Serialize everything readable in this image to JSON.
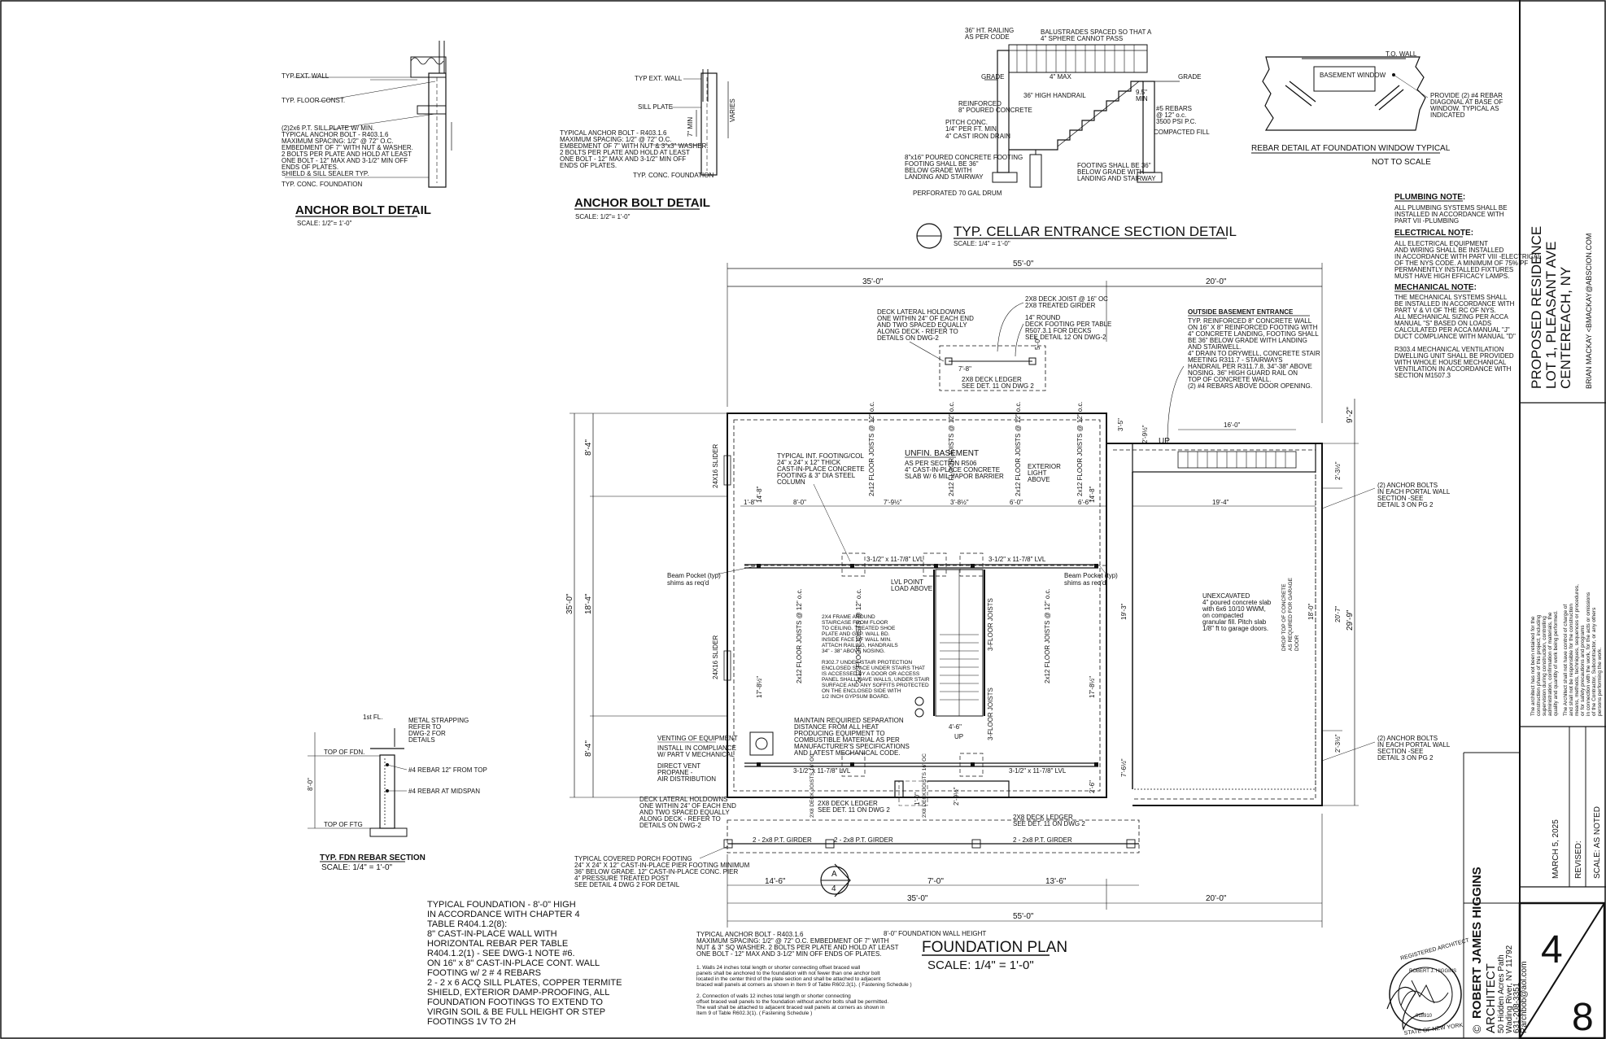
{
  "sheet": {
    "number_top": "4",
    "number_bottom": "8",
    "date": "MARCH 5, 2025",
    "revised": "REVISED:",
    "scale": "SCALE:  AS NOTED"
  },
  "title_block": {
    "project_line1": "PROPOSED RESIDENCE",
    "project_line2": "LOT 1,    PLEASANT AVE",
    "project_line3": "CENTEREACH, NY",
    "owner": "BRIAN MACKAY <BMACKAY@ABSCION.COM",
    "architect_name": "ROBERT JAMES HIGGINS",
    "architect_title": "ARCHITECT",
    "address1": "50  Hidden  Acres  Path",
    "address2": "Wading River, NY  11792",
    "phone": "631-208-3351",
    "email": "Rarchbob@aol.com",
    "copyright": "©",
    "disclaimer": [
      "The architect has not been retained for the",
      "construction phase of this project, including",
      "supervision during construction, controlling",
      "administration, confirmation of materials, the",
      "quality and quantity of work being performed.",
      "The Architect shall not have control of charge of",
      "and shall not be responsible for the construction",
      "means, methods, techniques, sequences or procedures,",
      "or for safety precautions and programs",
      "in connection with the work, for the acts or omissions",
      "of the Contractor, Subcontractor, or any others",
      "persons performing the work."
    ]
  },
  "seal": {
    "text_top": "REGISTERED ARCHITECT",
    "text_mid": "ROBERT J. HIGGINS",
    "text_bottom": "STATE OF NEW YORK",
    "number": "018910"
  },
  "anchor_detail_1": {
    "title": "ANCHOR BOLT DETAIL",
    "scale": "SCALE: 1/2\"= 1'-0\"",
    "notes": [
      "TYP EXT. WALL",
      "TYP. FLOOR CONST.",
      "(2)2x6 P.T. SILL PLATE  W/ MIN.",
      "TYPICAL ANCHOR BOLT - R403.1.6",
      "MAXIMUM SPACING: 1/2\" @ 72\" O.C.",
      "EMBEDMENT OF 7\" WITH NUT & WASHER.",
      "2 BOLTS PER PLATE AND HOLD AT LEAST",
      "ONE BOLT - 12\" MAX AND 3-1/2\" MIN OFF",
      "ENDS OF PLATES.",
      "SHIELD & SILL  SEALER TYP.",
      "TYP. CONC. FOUNDATION"
    ]
  },
  "anchor_detail_2": {
    "title": "ANCHOR BOLT DETAIL",
    "scale": "SCALE: 1/2\"= 1'-0\"",
    "notes": [
      "TYP EXT. WALL",
      "SILL PLATE",
      "TYPICAL ANCHOR BOLT - R403.1.6",
      "MAXIMUM SPACING: 1/2\" @ 72\" O.C.",
      "EMBEDMENT OF 7\" WITH NUT & 3\"x3\" WASHER.",
      "2 BOLTS PER PLATE AND HOLD AT LEAST",
      "ONE BOLT - 12\" MAX AND 3-1/2\" MIN OFF",
      "ENDS OF PLATES.",
      "TYP. CONC. FOUNDATION"
    ],
    "min": "7\" MIN",
    "varies": "VARIES"
  },
  "cellar_detail": {
    "title": "TYP. CELLAR ENTRANCE SECTION DETAIL",
    "scale": "SCALE:  1/4\" = 1'-0\"",
    "notes": [
      "36\" HT. RAILING",
      "AS PER CODE",
      "BALUSTRADES SPACED SO THAT A",
      "4\" SPHERE CANNOT PASS",
      "GRADE",
      "4\" MAX",
      "36\" HIGH HANDRAIL",
      "REINFORCED",
      "8\" POURED CONCRETE",
      "PITCH CONC.",
      "1/4\" PER FT. MIN",
      "4\" CAST IRON DRAIN",
      "GRADE",
      "9.5\"",
      "MIN",
      "#5 REBARS",
      "@ 12\" o.c.",
      "3500 PSI P.C.",
      "COMPACTED FILL",
      "8\"x16\" POURED CONCRETE FOOTING",
      "FOOTING SHALL BE 36\"",
      "BELOW GRADE WITH",
      "LANDING AND STAIRWAY",
      "FOOTING SHALL BE 36\"",
      "BELOW GRADE WITH",
      "LANDING AND STAIRWAY",
      "PERFORATED 70 GAL DRUM"
    ]
  },
  "rebar_window": {
    "title": "REBAR DETAIL AT FOUNDATION WINDOW TYPICAL",
    "scale": "NOT TO SCALE",
    "label_wall": "T.O. WALL",
    "label_window": "BASEMENT WINDOW",
    "note": [
      "PROVIDE (2) #4 REBAR",
      "DIAGONAL AT BASE OF",
      "WINDOW. TYPICAL AS",
      "INDICATED"
    ]
  },
  "notes_right": {
    "plumbing_title": "PLUMBING NOTE:",
    "plumbing": [
      "ALL PLUMBING SYSTEMS SHALL BE",
      "INSTALLED IN ACCORDANCE WITH",
      "PART VII -PLUMBING"
    ],
    "electrical_title": "ELECTRICAL NOTE:",
    "electrical": [
      "ALL ELECTRICAL EQUIPMENT",
      "AND WIRING SHALL BE INSTALLED",
      "IN ACCORDANCE WITH PART VIII -ELECTRICAL",
      "OF THE NYS CODE. A MINIMUM OF 75% PF",
      "PERMANENTLY INSTALLED FIXTURES",
      "MUST HAVE HIGH EFFICACY LAMPS."
    ],
    "mechanical_title": "MECHANICAL NOTE:",
    "mechanical": [
      "THE MECHANICAL SYSTEMS SHALL",
      "BE INSTALLED IN ACCORDANCE WITH",
      "PART V & VI OF THE RC OF NYS.",
      "ALL MECHANICAL SIZING PER ACCA",
      "MANUAL \"S\" BASED ON LOADS",
      "CALCULATED PER ACCA MANUAL \"J\"",
      "DUCT COMPLIANCE WITH MANUAL \"D\"",
      "",
      "R303.4 MECHANICAL VENTILATION",
      "DWELLING UNIT SHALL BE PROVIDED",
      "WITH WHOLE HOUSE MECHANICAL",
      "VENTILATION IN ACCORDANCE WITH",
      "SECTION M1507.3"
    ]
  },
  "fdn_rebar": {
    "title": "TYP. FDN REBAR SECTION",
    "scale": "SCALE:  1/4\" = 1'-0\"",
    "notes": [
      "1st FL.",
      "METAL STRAPPING",
      "REFER TO",
      "DWG-2 FOR",
      "DETAILS",
      "TOP OF FDN.",
      "#4 REBAR 12\" FROM TOP",
      "#4 REBAR AT MIDSPAN",
      "TOP OF FTG"
    ],
    "height": "8'-0\""
  },
  "plan": {
    "title": "FOUNDATION PLAN",
    "scale": "SCALE: 1/4\" = 1'-0\"",
    "wall_height": "8'-0\" FOUNDATION WALL HEIGHT",
    "dims_top": [
      "55'-0\"",
      "35'-0\"",
      "20'-0\""
    ],
    "dims_bottom": [
      "14'-6\"",
      "7'-0\"",
      "13'-6\"",
      "35'-0\"",
      "20'-0\"",
      "55'-0\""
    ],
    "dims_left": [
      "8'-4\"",
      "18'-4\"",
      "8'-4\"",
      "35'-0\"",
      "14'-8\"",
      "17'-8½\""
    ],
    "dims_right": [
      "9'-2\"",
      "29'-9\"",
      "2'-3½\"",
      "18'-0\"",
      "20'-7\"",
      "2'-3½\"",
      "19'-3\"",
      "7'-6½\""
    ],
    "dims_interior": [
      "1'-8\"",
      "8'-0\"",
      "7'-9½\"",
      "3'-8½\"",
      "6'-0\"",
      "6'-6\"",
      "19'-4\"",
      "16'-0\"",
      "7'-8\"",
      "5'-0\"",
      "3'-5\"",
      "4'-6\"",
      "2'-9½\"",
      "1'-0\"",
      "2'-6\""
    ],
    "basement": [
      "UNFIN. BASEMENT",
      "AS PER SECTION R506",
      "4\" CAST-IN-PLACE CONCRETE",
      "SLAB W/ 6 MIL VAPOR BARRIER"
    ],
    "footing_col": [
      "TYPICAL INT. FOOTING/COL",
      "24\" x 24\" x 12\" THICK",
      "CAST-IN-PLACE CONCRETE",
      "FOOTING & 3\" DIA STEEL",
      "COLUMN"
    ],
    "deck_holdown": [
      "DECK LATERAL HOLDOWNS",
      "ONE WITHIN 24\" OF EACH END",
      "AND TWO SPACED EQUALLY",
      "ALONG DECK - REFER TO",
      "DETAILS ON DWG-2"
    ],
    "deck_joist": [
      "2X8 DECK JOIST @ 16\" OC",
      "2X8 TREATED GIRDER"
    ],
    "deck_footing": [
      "14\" ROUND",
      "DECK FOOTING PER TABLE",
      "R507.3.1 FOR DECKS",
      "SEE DETAIL 12  ON DWG-2"
    ],
    "deck_ledger_top": [
      "2X8 DECK LEDGER",
      "SEE DET. 11 ON DWG 2"
    ],
    "outside_entrance_title": "OUTSIDE BASEMENT ENTRANCE",
    "outside_entrance": [
      "TYP. REINFORCED 8\" CONCRETE WALL",
      "ON 16\" X 8\" REINFORCED FOOTING WITH",
      "4\" CONCRETE LANDING, FOOTING SHALL",
      "BE 36\" BELOW GRADE WITH LANDING",
      "AND STAIRWELL.",
      "4\" DRAIN TO DRYWELL, CONCRETE STAIR",
      "MEETING R311.7 - STAIRWAYS",
      "HANDRAIL PER R311.7.8,  34\"-38\" ABOVE",
      "NOSING.  36\" HIGH GUARD RAIL ON",
      "TOP OF CONCRETE WALL.",
      "(2)  #4 REBARS ABOVE DOOR OPENING."
    ],
    "up1": "UP",
    "up2": "UP",
    "exterior_light": [
      "EXTERIOR",
      "LIGHT",
      "ABOVE"
    ],
    "anchor_portal": [
      "(2) ANCHOR BOLTS",
      "IN EACH PORTAL WALL",
      "SECTION -SEE",
      "DETAIL 3 ON PG 2"
    ],
    "beam_pocket": [
      "Beam Pocket (typ)",
      "shims as req'd"
    ],
    "lvl_beam": "3-1/2\" x 11-7/8\" LVL",
    "lvl_point": [
      "LVL POINT",
      "LOAD ABOVE"
    ],
    "slider": "24X16 SLIDER",
    "floor_joists": "2x12 FLOOR JOISTS @ 12\" o.c.",
    "three_joists": "3-FLOOR JOISTS",
    "stair_note": [
      "2X4 FRAME AROUND",
      "STAIRCASE FROM FLOOR",
      "TO CEILING. TREATED SHOE",
      "PLATE AND GYP. WALL BD.",
      "INSIDE FACE OF WALL MIN.",
      "ATTACH RAILING, HANDRAILS",
      "34\" - 38\" ABOVE NOSING.",
      "",
      "R302.7 UNDER-STAIR PROTECTION",
      "ENCLOSED SPACE UNDER STAIRS THAT",
      "IS ACCESSED BY A DOOR OR ACCESS",
      "PANEL SHALL HAVE WALLS, UNDER STAIR",
      "SURFACE AND ANY SOFFITS PROTECTED",
      "ON THE ENCLOSED SIDE WITH",
      "1/2 INCH GYPSUM BOARD."
    ],
    "separation": [
      "MAINTAIN REQUIRED SEPARATION",
      "DISTANCE FROM ALL HEAT",
      "PRODUCING EQUIPMENT TO",
      "COMBUSTIBLE MATERIAL AS PER",
      "MANUFACTURER'S SPECIFICATIONS",
      "AND LATEST MECHANICAL CODE."
    ],
    "venting_title": "VENTING OF EQUIPMENT",
    "venting": [
      "INSTALL IN COMPLIANCE",
      "W/ PART V MECHANICAL",
      "",
      "DIRECT VENT",
      "PROPANE -",
      "AIR DISTRIBUTION"
    ],
    "unexcavated": [
      "UNEXCAVATED",
      "4\" poured concrete slab",
      "with 6x6 10/10 WWM,",
      "on compacted",
      "granular fill. Pitch slab",
      "1/8\" ft to garage doors."
    ],
    "drop_top": [
      "DROP TOP OF CONCRETE",
      "AS REQUIRED FOR GARAGE",
      "DOOR"
    ],
    "deck_ledger_btm": [
      "2X8  DECK LEDGER",
      "SEE DET.  11 ON DWG 2"
    ],
    "deck_ledger_btm2": [
      "2X8 DECK LEDGER",
      "SEE DET.  11 ON DWG 2"
    ],
    "deck_holdown2": [
      "DECK LATERAL HOLDOWNS",
      "ONE WITHIN 24\" OF EACH END",
      "AND TWO SPACED EQUALLY",
      "ALONG DECK - REFER TO",
      "DETAILS ON DWG-2"
    ],
    "girder": "2 - 2x8  P.T. GIRDER",
    "porch_footing": [
      "TYPICAL COVERED PORCH FOOTING",
      "24\" X 24\" X 12\" CAST-IN-PLACE PIER FOOTING MINIMUM",
      "36\" BELOW GRADE. 12\" CAST-IN-PLACE CONC. PIER",
      "4\" PRESSURE TREATED POST",
      "SEE DETAIL 4  DWG 2 FOR DETAIL"
    ],
    "section_mark_top": "A",
    "section_mark_btm": "4",
    "deck_joists_small": "2X8 DECK JOISTS 16\" OC"
  },
  "foundation_note": [
    "TYPICAL FOUNDATION  - 8'-0\" HIGH",
    "IN ACCORDANCE WITH CHAPTER 4",
    "TABLE R404.1.2(8):",
    "8\" CAST-IN-PLACE WALL  WITH",
    "HORIZONTAL REBAR PER  TABLE",
    "R404.1.2(1) - SEE DWG-1 NOTE #6.",
    "ON 16\" x 8\" CAST-IN-PLACE CONT. WALL",
    "FOOTING w/ 2 # 4 REBARS",
    "2 - 2 x 6 ACQ SILL PLATES, COPPER TERMITE",
    "SHIELD, EXTERIOR DAMP-PROOFING,  ALL",
    "FOUNDATION  FOOTINGS TO EXTEND TO",
    "VIRGIN SOIL  &  BE FULL HEIGHT OR STEP",
    "FOOTINGS 1V TO 2H"
  ],
  "anchor_note_bottom": [
    "TYPICAL ANCHOR BOLT  - R403.1.6",
    "MAXIMUM SPACING: 1/2\" @ 72\" O.C. EMBEDMENT OF 7\" WITH",
    "NUT & 3\" SQ WASHER.  2 BOLTS PER PLATE AND HOLD AT LEAST",
    "ONE BOLT - 12\" MAX AND 3-1/2\" MIN OFF ENDS OF PLATES.",
    "",
    "1.  Walls 24 inches total length or shorter connecting offset braced wall",
    "panels shall be anchored to the foundation with not fewer than one anchor bolt",
    "located in the center third of the plate section and shall be attached to adjacent",
    "braced wall panels at corners as shown in Item 9 of Table R602.3(1).  ( Fastening Schedule )",
    "",
    "2.  Connection of walls 12 inches total length or shorter connecting",
    "offset braced wall panels to the foundation without anchor bolts shall be permitted.",
    "The wall shall be attached to adjacent braced wall panels at corners as shown in",
    "Item 9 of Table R602.3(1).  ( Fastening Schedule )"
  ],
  "colors": {
    "ink": "#111111",
    "paper": "#ffffff"
  }
}
